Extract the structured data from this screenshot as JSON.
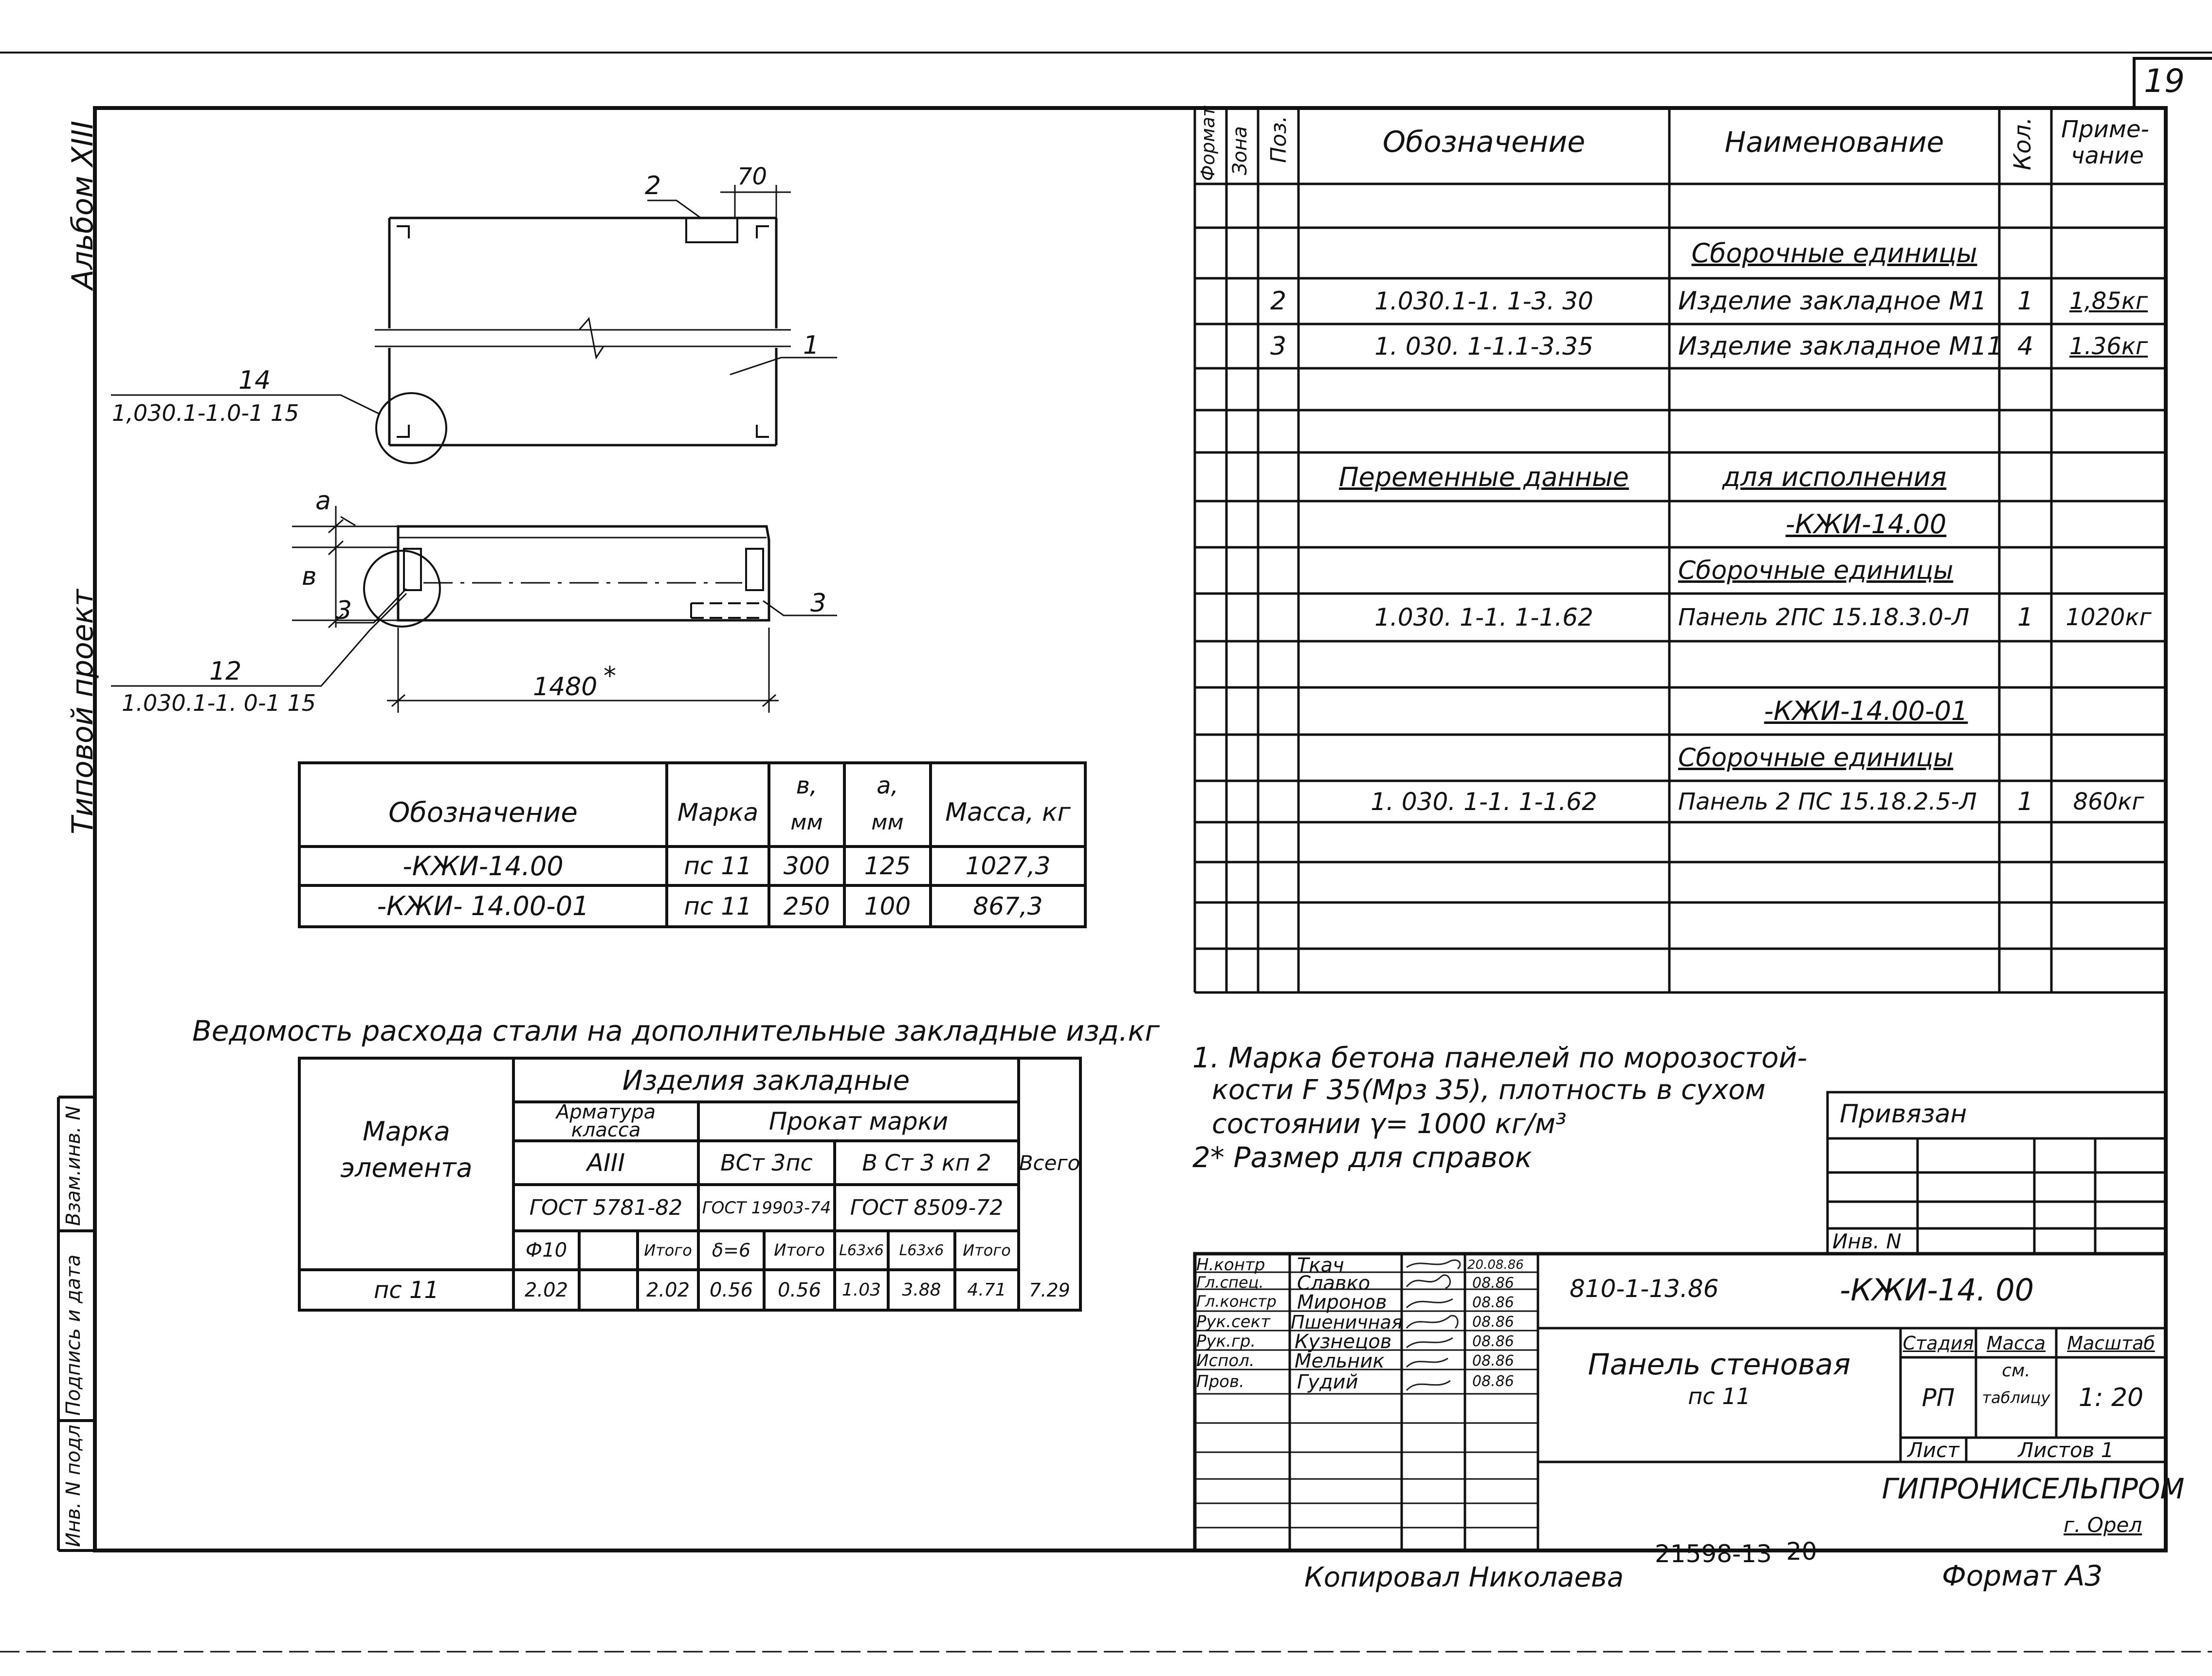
{
  "sheet_number": "19",
  "left_margin": {
    "album": "Альбом XIII",
    "project": "Типовой проект",
    "field_inv_n": "Инв. N подл",
    "field_sign_date": "Подпись и дата",
    "field_vzam_inv": "Взам.инв. N"
  },
  "drawing": {
    "callout_top_num": "2",
    "dim_70": "70",
    "callout_1": "1",
    "callout_14_num": "14",
    "callout_14_ref": "1,030.1-1.0-1 15",
    "dim_a": "a",
    "dim_b": "в",
    "callout_3_left": "3",
    "callout_3_right": "3",
    "callout_12_num": "12",
    "callout_12_ref": "1.030.1-1. 0-1 15",
    "dim_1480": "1480",
    "dim_star": "*"
  },
  "mass_table": {
    "headers": [
      "Обозначение",
      "Марка",
      "в, мм",
      "а, мм",
      "Масса, кг"
    ],
    "header_b_top": "в,",
    "header_b_bot": "мм",
    "header_a_top": "а,",
    "header_a_bot": "мм",
    "rows": [
      [
        "-КЖИ-14.00",
        "пс 11",
        "300",
        "125",
        "1027,3"
      ],
      [
        "-КЖИ- 14.00-01",
        "пс 11",
        "250",
        "100",
        "867,3"
      ]
    ]
  },
  "steel_title": "Ведомость расхода стали на дополнительные закладные изд.кг",
  "steel_table": {
    "col_mark": "Марка элемента",
    "col_mark_1": "Марка",
    "col_mark_2": "элемента",
    "group": "Изделия закладные",
    "arm_class": "Арматура класса",
    "arm_class_1": "Арматура",
    "arm_class_2": "класса",
    "prokat": "Прокат марки",
    "total": "Всего",
    "a3": "АIII",
    "vst3ps": "ВСт 3пс",
    "vst3kp2": "В Ст 3 кп 2",
    "gost_5781": "ГОСТ 5781-82",
    "gost_19903": "ГОСТ 19903-74",
    "gost_8509": "ГОСТ 8509-72",
    "sub": [
      "Ф10",
      "",
      "Итого",
      "δ=6",
      "Итого",
      "L63x6",
      "L63x6",
      "Итого"
    ],
    "row": [
      "пс 11",
      "2.02",
      "",
      "2.02",
      "0.56",
      "0.56",
      "1.03",
      "3.88",
      "4.71",
      "7.29"
    ]
  },
  "spec_table": {
    "headers": {
      "format": "Формат",
      "zone": "Зона",
      "pos": "Поз.",
      "designation": "Обозначение",
      "name": "Наименование",
      "qty": "Кол.",
      "note_1": "Приме-",
      "note_2": "чание"
    },
    "rows": [
      {
        "pos": "",
        "des": "",
        "name": "",
        "qty": "",
        "note": ""
      },
      {
        "pos": "",
        "des": "",
        "name": "Сборочные единицы",
        "qty": "",
        "note": ""
      },
      {
        "pos": "2",
        "des": "1.030.1-1. 1-3. 30",
        "name": "Изделие закладное М1",
        "qty": "1",
        "note": "1,85кг"
      },
      {
        "pos": "3",
        "des": "1. 030. 1-1.1-3.35",
        "name": "Изделие закладное М11",
        "qty": "4",
        "note": "1.36кг"
      },
      {
        "pos": "",
        "des": "",
        "name": "",
        "qty": "",
        "note": ""
      },
      {
        "pos": "",
        "des": "Переменные данные",
        "name": "для исполнения",
        "qty": "",
        "note": ""
      },
      {
        "pos": "",
        "des": "",
        "name": "-КЖИ-14.00",
        "qty": "",
        "note": ""
      },
      {
        "pos": "",
        "des": "",
        "name": "Сборочные единицы",
        "qty": "",
        "note": ""
      },
      {
        "pos": "",
        "des": "1.030. 1-1. 1-1.62",
        "name": "Панель 2ПС 15.18.3.0-Л",
        "qty": "1",
        "note": "1020кг"
      },
      {
        "pos": "",
        "des": "",
        "name": "",
        "qty": "",
        "note": ""
      },
      {
        "pos": "",
        "des": "",
        "name": "-КЖИ-14.00-01",
        "qty": "",
        "note": ""
      },
      {
        "pos": "",
        "des": "",
        "name": "Сборочные единицы",
        "qty": "",
        "note": ""
      },
      {
        "pos": "",
        "des": "1. 030. 1-1. 1-1.62",
        "name": "Панель 2 ПС 15.18.2.5-Л",
        "qty": "1",
        "note": "860кг"
      },
      {
        "pos": "",
        "des": "",
        "name": "",
        "qty": "",
        "note": ""
      },
      {
        "pos": "",
        "des": "",
        "name": "",
        "qty": "",
        "note": ""
      },
      {
        "pos": "",
        "des": "",
        "name": "",
        "qty": "",
        "note": ""
      }
    ]
  },
  "notes": [
    "1. Марка бетона панелей по морозостой-",
    "кости F 35(Мрз 35), плотность в сухом",
    "состоянии γ= 1000 кг/м³",
    "2* Размер для справок"
  ],
  "privyazan": {
    "title": "Привязан",
    "inv": "Инв. N"
  },
  "stamp": {
    "roles": [
      "Н.контр",
      "Гл.спец.",
      "Гл.констр",
      "Рук.сект",
      "Рук.гр.",
      "Испол.",
      "Пров."
    ],
    "names": [
      "Ткач",
      "Славко",
      "Миронов",
      "Пшеничная",
      "Кузнецов",
      "Мельник",
      "Гудий"
    ],
    "dates": [
      "20.08.86",
      "08.86",
      "08.86",
      "08.86",
      "08.86",
      "08.86",
      "08.86"
    ],
    "code": "810-1-13.86",
    "mark": "-КЖИ-14. 00",
    "title_1": "Панель стеновая",
    "title_2": "пс 11",
    "stage_label": "Стадия",
    "mass_label": "Масса",
    "scale_label": "Масштаб",
    "stage": "РП",
    "mass_1": "см.",
    "mass_2": "таблицу",
    "scale": "1: 20",
    "sheet_label": "Лист",
    "sheets_label": "Листов 1",
    "org": "ГИПРОНИСЕЛЬПРОМ",
    "city": "г. Орел"
  },
  "footer": {
    "copied": "Копировал Николаева",
    "num": "21598-13",
    "page": "20",
    "format": "Формат А3"
  }
}
